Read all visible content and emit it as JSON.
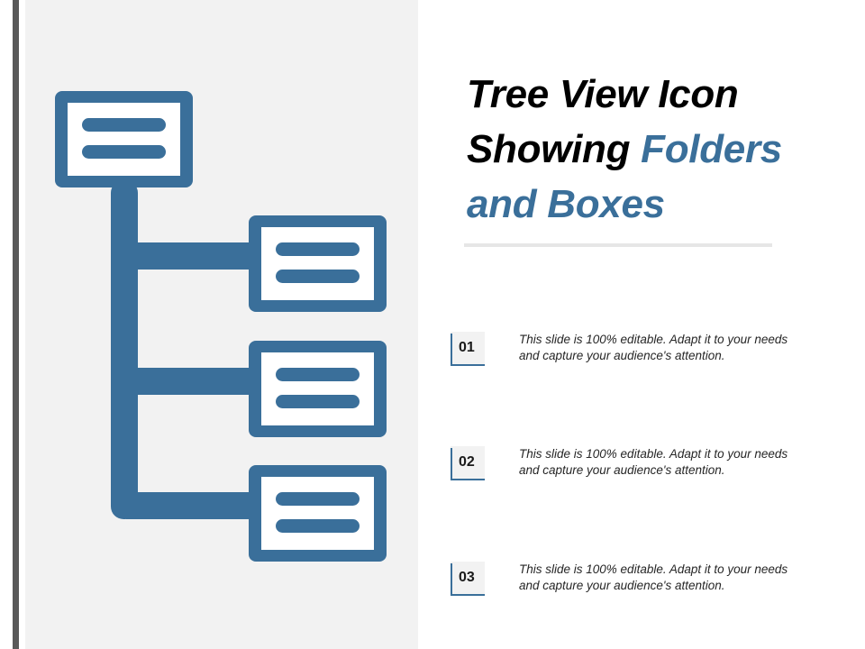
{
  "title": {
    "line1": "Tree View Icon",
    "line2_plain": "Showing ",
    "line2_accent": "Folders",
    "line3_accent": "and Boxes"
  },
  "colors": {
    "accent": "#3a6f9a",
    "panel": "#f2f2f2",
    "side_bar": "#595959"
  },
  "items": [
    {
      "number": "01",
      "line1": "This slide is 100% editable.  Adapt it to your needs",
      "line2": "and capture your audience's attention."
    },
    {
      "number": "02",
      "line1": "This slide is 100% editable.  Adapt it to your needs",
      "line2": "and capture your audience's attention."
    },
    {
      "number": "03",
      "line1": "This slide is 100% editable.  Adapt it to your needs",
      "line2": "and capture your audience's attention."
    }
  ],
  "icon": "tree-view-icon"
}
